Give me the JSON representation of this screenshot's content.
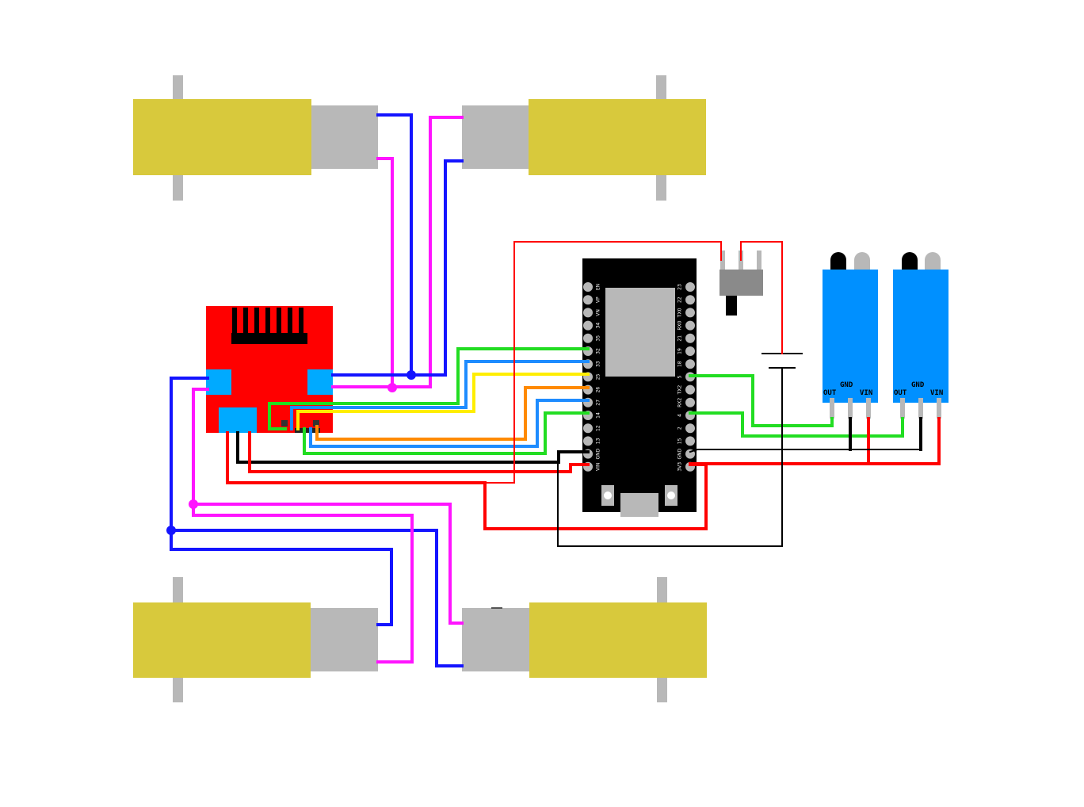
{
  "colors": {
    "motor_body": "#d8c93c",
    "motor_gear": "#b8b8b8",
    "driver_board": "#ff0000",
    "driver_terminal": "#00aaff",
    "esp32_board": "#000000",
    "esp32_shield": "#b8b8b8",
    "sensor_board": "#0090ff",
    "wire_blue": "#1414ff",
    "wire_magenta": "#ff14ff",
    "wire_red": "#ff0000",
    "wire_black": "#000000",
    "wire_green": "#22dd22",
    "wire_lightblue": "#1e8cff",
    "wire_yellow": "#ffee00",
    "wire_orange": "#ff8a00"
  },
  "esp32": {
    "left_pins": [
      "EN",
      "VP",
      "VN",
      "34",
      "35",
      "32",
      "33",
      "25",
      "26",
      "27",
      "14",
      "12",
      "13",
      "GND",
      "VIN"
    ],
    "right_pins": [
      "23",
      "22",
      "TX0",
      "RX0",
      "21",
      "19",
      "18",
      "5",
      "TX2",
      "RX2",
      "4",
      "2",
      "15",
      "GND",
      "3V3"
    ]
  },
  "sensors": [
    {
      "out_label": "OUT",
      "gnd_label": "GND",
      "vin_label": "VIN"
    },
    {
      "out_label": "OUT",
      "gnd_label": "GND",
      "vin_label": "VIN"
    }
  ],
  "icons": {
    "switch": "slide-switch-icon",
    "battery": "battery-icon"
  }
}
